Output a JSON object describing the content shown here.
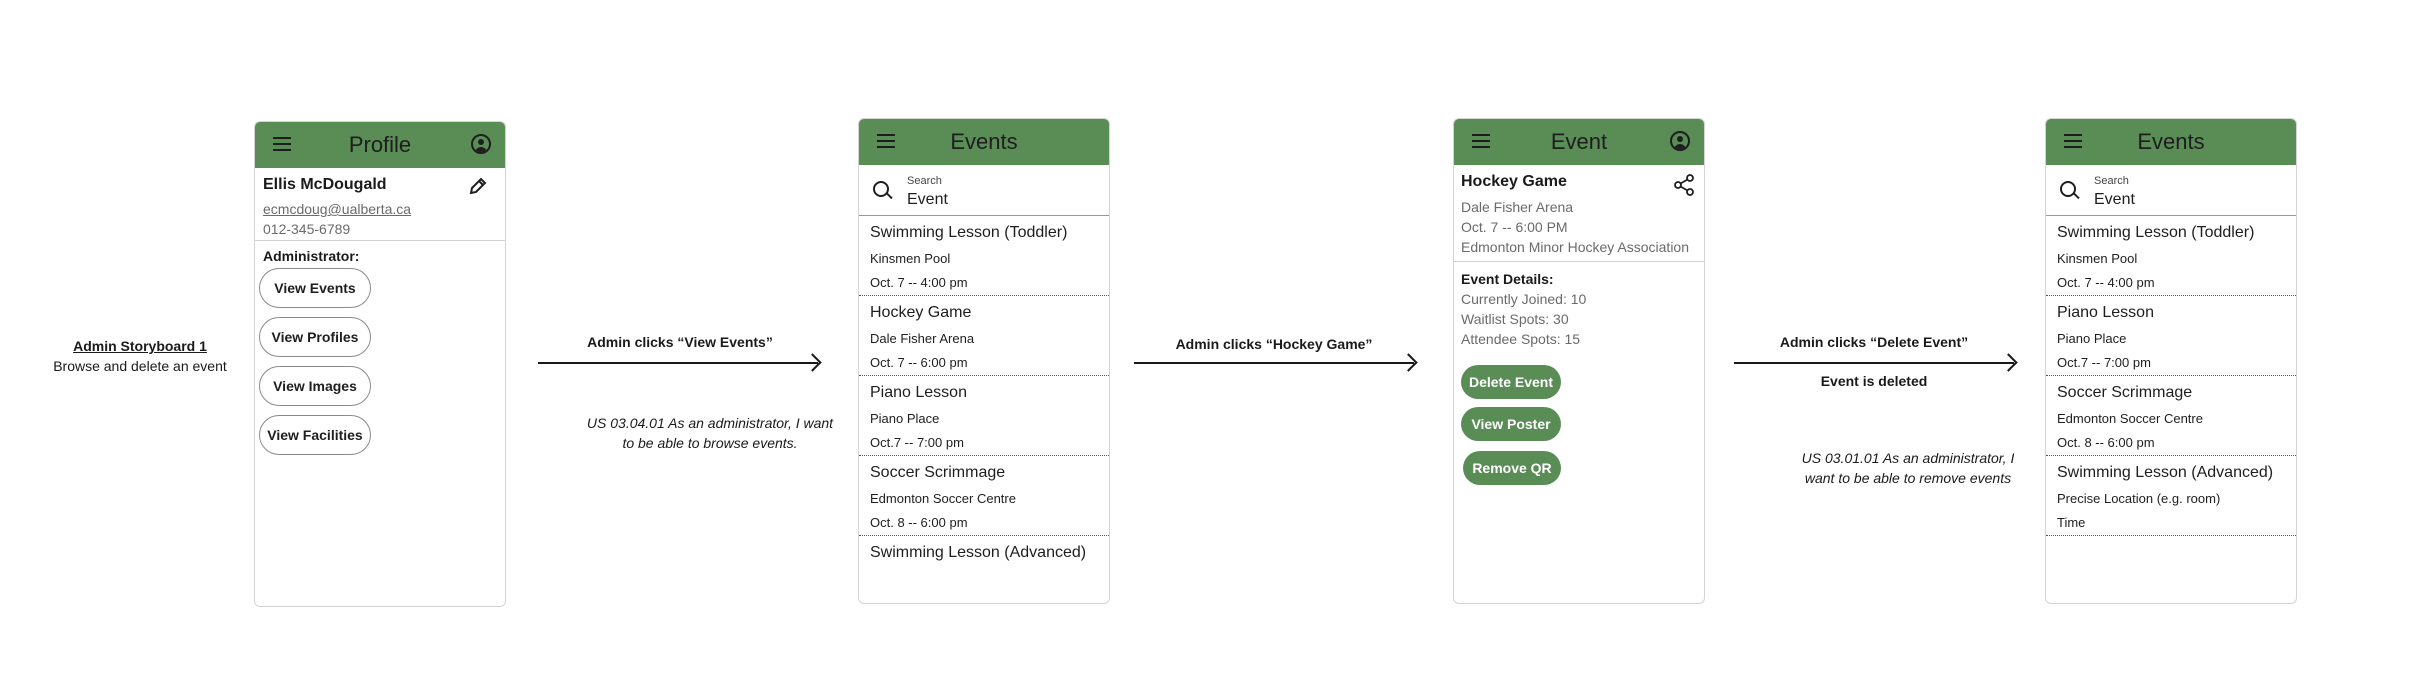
{
  "storyboard": {
    "title": "Admin Storyboard 1",
    "subtitle": "Browse and delete an event"
  },
  "transitions": [
    {
      "caption": "Admin clicks “View Events”",
      "story": [
        "US 03.04.01 As an administrator, I want",
        "to be able to browse events."
      ]
    },
    {
      "caption": "Admin clicks “Hockey Game”"
    },
    {
      "caption": "Admin clicks “Delete Event”",
      "result": "Event is deleted",
      "story": [
        "US 03.01.01 As an administrator, I",
        "want to be able to remove events"
      ]
    }
  ],
  "screen1": {
    "title": "Profile",
    "name": "Ellis McDougald",
    "email": "ecmcdoug@ualberta.ca",
    "phone": "012-345-6789",
    "role": "Administrator:",
    "buttons": [
      "View Events",
      "View Profiles",
      "View Images",
      "View Facilities"
    ]
  },
  "screen2": {
    "title": "Events",
    "search_label": "Search",
    "search_value": "Event",
    "events": [
      {
        "name": "Swimming Lesson (Toddler)",
        "location": "Kinsmen Pool",
        "time": "Oct. 7 -- 4:00 pm"
      },
      {
        "name": "Hockey Game",
        "location": "Dale Fisher Arena",
        "time": "Oct. 7 -- 6:00 pm"
      },
      {
        "name": "Piano Lesson",
        "location": "Piano Place",
        "time": "Oct.7 -- 7:00 pm"
      },
      {
        "name": "Soccer Scrimmage",
        "location": "Edmonton Soccer Centre",
        "time": "Oct. 8 -- 6:00 pm"
      },
      {
        "name": "Swimming Lesson (Advanced)"
      }
    ]
  },
  "screen3": {
    "title": "Event",
    "event_name": "Hockey Game",
    "location": "Dale Fisher Arena",
    "time": "Oct. 7 -- 6:00 PM",
    "organizer": "Edmonton Minor Hockey Association",
    "details_header": "Event Details:",
    "joined": "Currently Joined: 10",
    "waitlist": "Waitlist Spots: 30",
    "attendee": "Attendee Spots: 15",
    "buttons": [
      "Delete Event",
      "View Poster",
      "Remove QR"
    ]
  },
  "screen4": {
    "title": "Events",
    "search_label": "Search",
    "search_value": "Event",
    "events": [
      {
        "name": "Swimming Lesson (Toddler)",
        "location": "Kinsmen Pool",
        "time": "Oct. 7 -- 4:00 pm"
      },
      {
        "name": "Piano Lesson",
        "location": "Piano Place",
        "time": "Oct.7 -- 7:00 pm"
      },
      {
        "name": "Soccer Scrimmage",
        "location": "Edmonton Soccer Centre",
        "time": "Oct. 8 -- 6:00 pm"
      },
      {
        "name": "Swimming Lesson (Advanced)",
        "location": "Precise Location (e.g. room)",
        "time": "Time"
      }
    ]
  }
}
